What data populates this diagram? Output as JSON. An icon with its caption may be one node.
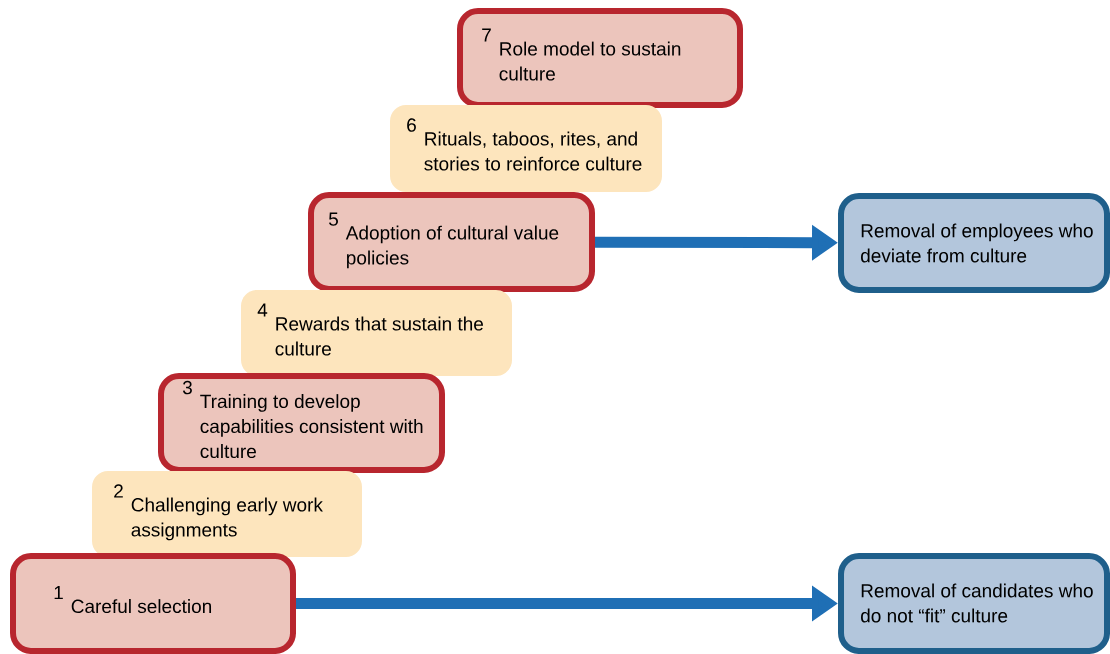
{
  "diagram": {
    "nodes": [
      {
        "text": [
          "7",
          "Role model to sustain culture"
        ]
      },
      {
        "text": [
          "6",
          "Rituals, taboos, rites, and stories to reinforce culture"
        ]
      },
      {
        "text": [
          "5",
          "Adoption of cultural value policies"
        ]
      },
      {
        "text": [
          "Removal of employees who deviate from culture"
        ]
      },
      {
        "text": [
          "4",
          "Rewards that sustain the culture"
        ]
      },
      {
        "text": [
          "3",
          "Training to develop capabilities consistent with culture"
        ]
      },
      {
        "text": [
          "2",
          "Challenging early work assignments"
        ]
      },
      {
        "text": [
          "1",
          "Careful selection"
        ]
      },
      {
        "text": [
          "Removal of candidates who do not “fit” culture"
        ]
      }
    ],
    "edges": [
      {
        "from": 2,
        "to": 3,
        "arrow": "to"
      },
      {
        "from": 7,
        "to": 8,
        "arrow": "to"
      }
    ]
  }
}
